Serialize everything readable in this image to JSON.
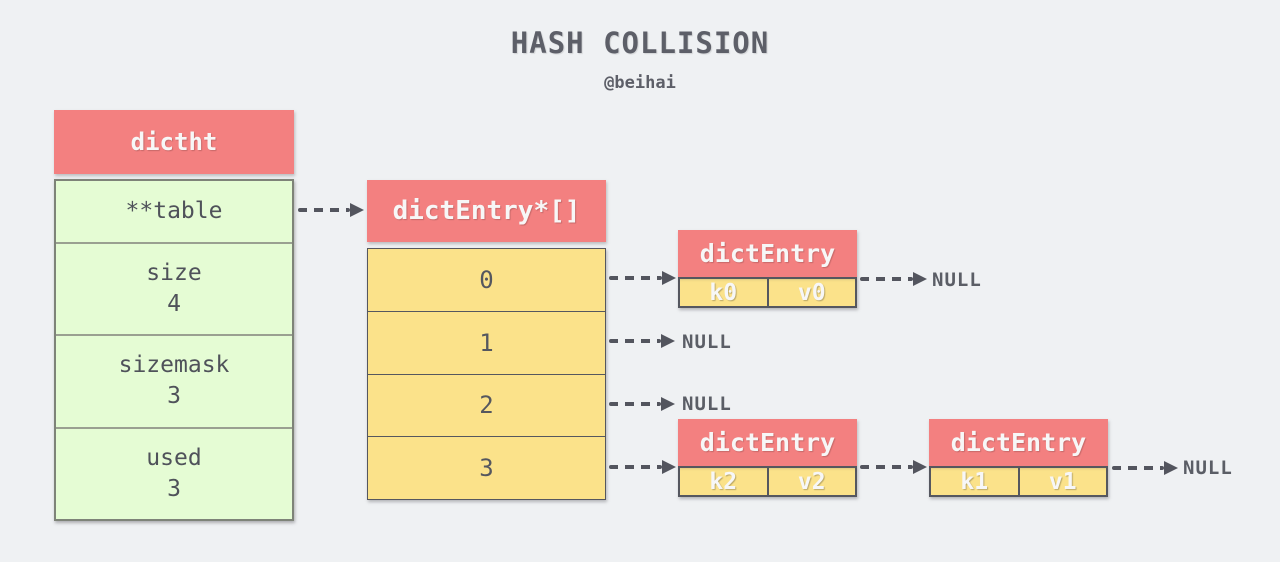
{
  "title": "HASH COLLISION",
  "subtitle": "@beihai",
  "colors": {
    "background": "#eff1f3",
    "accent_red": "#f38080",
    "accent_yellow": "#fbe28a",
    "accent_green": "#e5fcd4",
    "text_dark": "#55575f",
    "text_light": "#f7f7f7"
  },
  "dictht": {
    "header": "dictht",
    "rows": [
      {
        "label": "**table",
        "value": ""
      },
      {
        "label": "size",
        "value": "4"
      },
      {
        "label": "sizemask",
        "value": "3"
      },
      {
        "label": "used",
        "value": "3"
      }
    ]
  },
  "bucket_array": {
    "header": "dictEntry*[]",
    "slots": [
      "0",
      "1",
      "2",
      "3"
    ]
  },
  "entries": [
    {
      "header": "dictEntry",
      "key": "k0",
      "value": "v0"
    },
    {
      "header": "dictEntry",
      "key": "k2",
      "value": "v2"
    },
    {
      "header": "dictEntry",
      "key": "k1",
      "value": "v1"
    }
  ],
  "null_label": "NULL"
}
